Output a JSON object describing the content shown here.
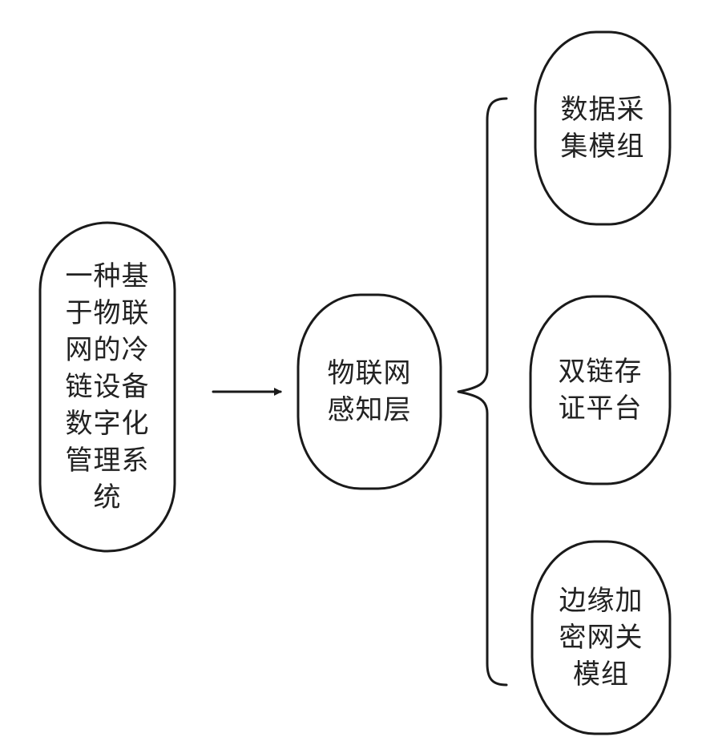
{
  "diagram": {
    "type": "hierarchy",
    "root": {
      "lines": [
        "一种基",
        "于物联",
        "网的冷",
        "链设备",
        "数字化",
        "管理系",
        "统"
      ]
    },
    "middle": {
      "lines": [
        "物联网",
        "感知层"
      ]
    },
    "children": [
      {
        "lines": [
          "数据采",
          "集模组"
        ]
      },
      {
        "lines": [
          "双链存",
          "证平台"
        ]
      },
      {
        "lines": [
          "边缘加",
          "密网关",
          "模组"
        ]
      }
    ]
  }
}
